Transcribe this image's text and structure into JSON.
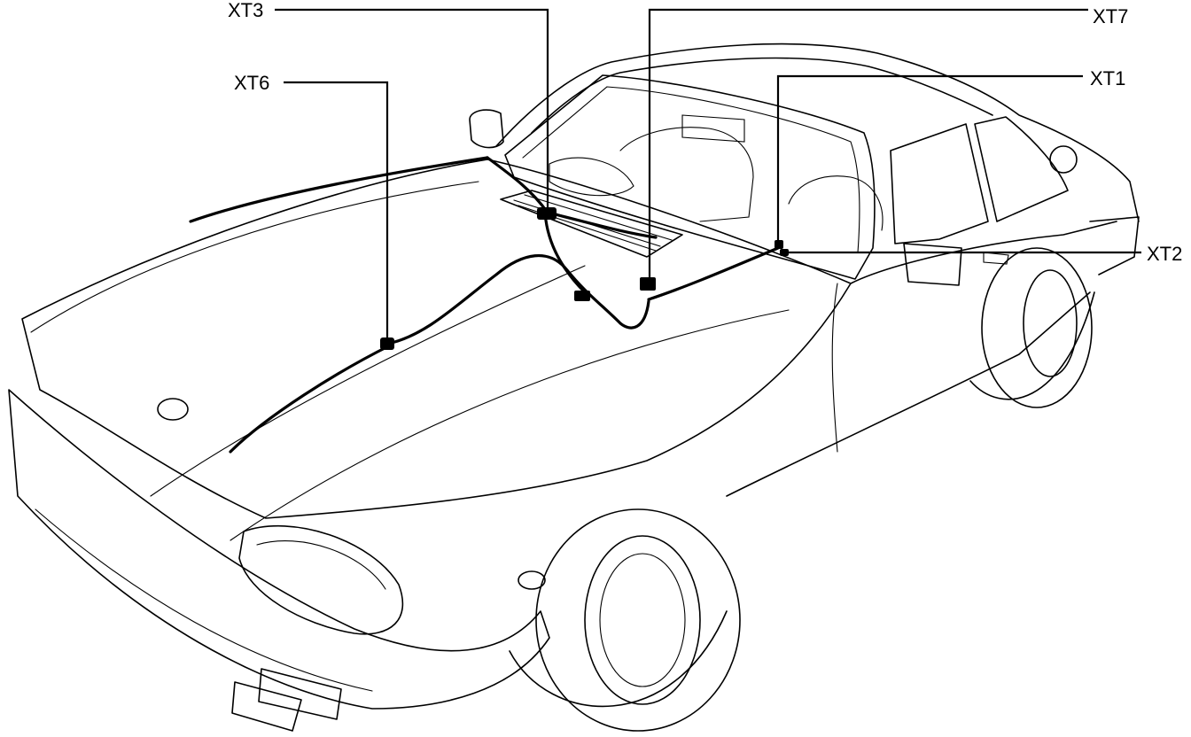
{
  "labels": {
    "xt3": "XT3",
    "xt7": "XT7",
    "xt6": "XT6",
    "xt1": "XT1",
    "xt2": "XT2"
  },
  "colors": {
    "line": "#000000",
    "background": "#ffffff"
  }
}
